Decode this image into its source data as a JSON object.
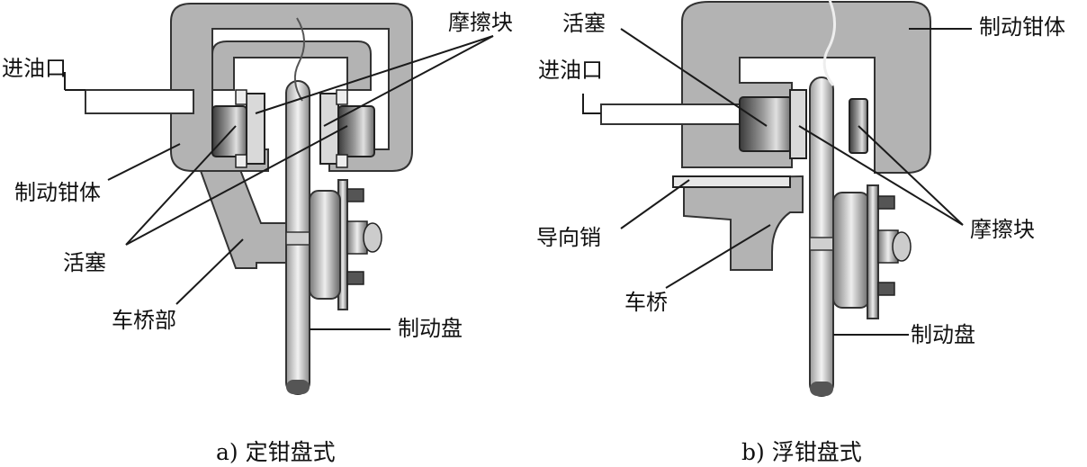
{
  "left_panel": {
    "labels": {
      "inlet": "进油口",
      "pads": "摩擦块",
      "caliper": "制动钳体",
      "piston": "活塞",
      "axle": "车桥部",
      "disc": "制动盘"
    },
    "caption": "a) 定钳盘式"
  },
  "right_panel": {
    "labels": {
      "piston": "活塞",
      "caliper": "制动钳体",
      "inlet": "进油口",
      "guide_pin": "导向销",
      "pads": "摩擦块",
      "axle": "车桥",
      "disc": "制动盘"
    },
    "caption": "b) 浮钳盘式"
  },
  "colors": {
    "caliper_fill": "#b3b3b3",
    "caliper_outline": "#333333",
    "caliper_inner": "#ffffff",
    "metal_dark": "#4d4d4d",
    "metal_light": "#d9d9d9",
    "disc_fill": "#e6e6e6",
    "line": "#1a1a1a"
  }
}
